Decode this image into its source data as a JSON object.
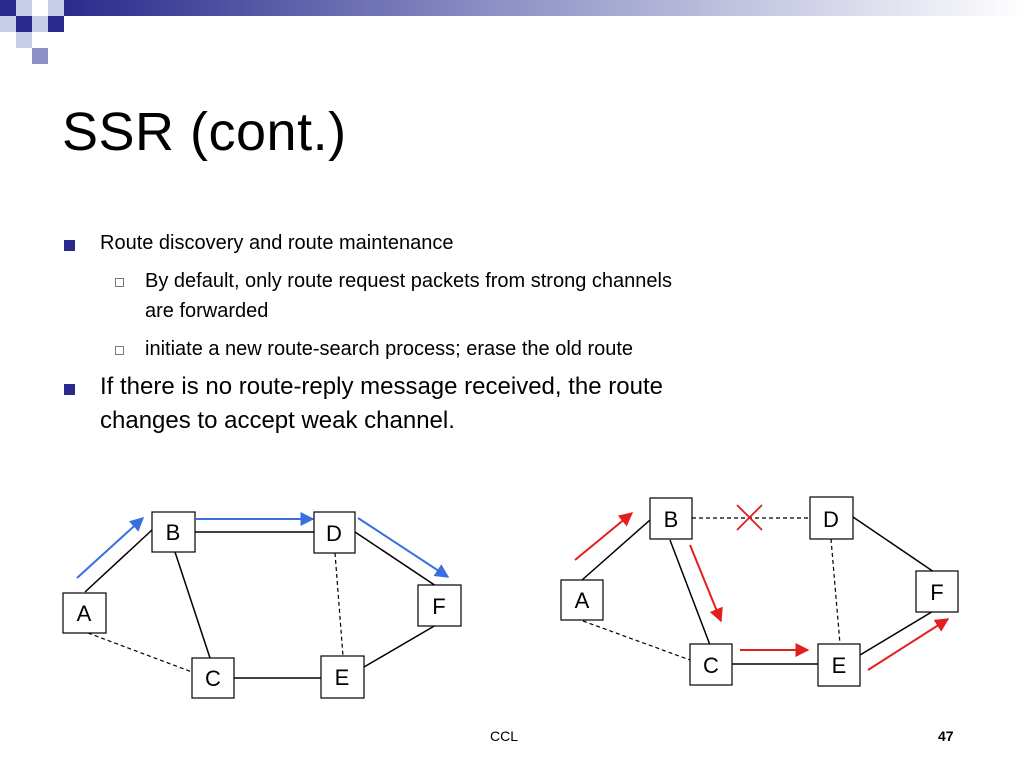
{
  "slide": {
    "title": "SSR (cont.)",
    "bullets": [
      "Route discovery and route maintenance",
      "By default, only route request packets from strong channels",
      "are forwarded",
      "initiate a new route-search process; erase the old route",
      "If there is no route-reply message received, the route",
      "changes to accept weak channel."
    ],
    "footer": {
      "center": "CCL",
      "page_number": "47"
    }
  },
  "diagram_left": {
    "nodes": [
      "A",
      "B",
      "C",
      "D",
      "E",
      "F"
    ]
  },
  "diagram_right": {
    "nodes": [
      "A",
      "B",
      "C",
      "D",
      "E",
      "F"
    ]
  },
  "colors": {
    "accent": "#2a2a8c",
    "blue_arrow": "#3a6fe0",
    "red_arrow": "#e41e1e",
    "line": "#000000",
    "header_light": "#c8cde6"
  }
}
